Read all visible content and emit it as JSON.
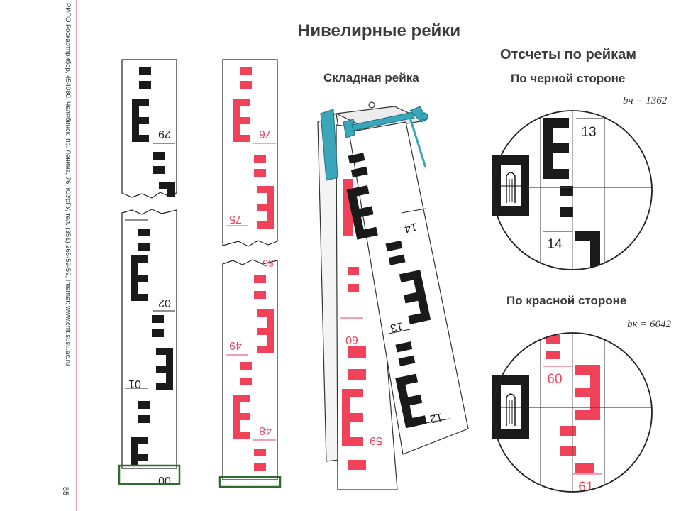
{
  "title": "Нивелирные рейки",
  "folding_title": "Складная рейка",
  "readings_title": "Отсчеты по рейкам",
  "black_side": {
    "label": "По черной стороне",
    "formula": "bч = 1362",
    "numbers": [
      "13",
      "14"
    ]
  },
  "red_side": {
    "label": "По красной стороне",
    "formula": "bк = 6042",
    "numbers": [
      "60",
      "61"
    ]
  },
  "side_caption": "РИПО Роскартприбор, 454080, Челябинск, пр. Ленина, 76, ЮУрГУ, тел. (351) 265-59-59, Internet: www.cnit.susu.ac.ru",
  "page_number": "55",
  "black_rod_numbers": [
    "29",
    "02",
    "01",
    "00"
  ],
  "red_rod_numbers": [
    "76",
    "75",
    "50",
    "49",
    "48"
  ],
  "folding_numbers": {
    "black": [
      "14",
      "13",
      "12"
    ],
    "red": [
      "60",
      "59"
    ]
  },
  "colors": {
    "black": "#1a1a1a",
    "red": "#f0435a",
    "hinge": "#3aa6b9",
    "base": "#2f6a2f"
  }
}
